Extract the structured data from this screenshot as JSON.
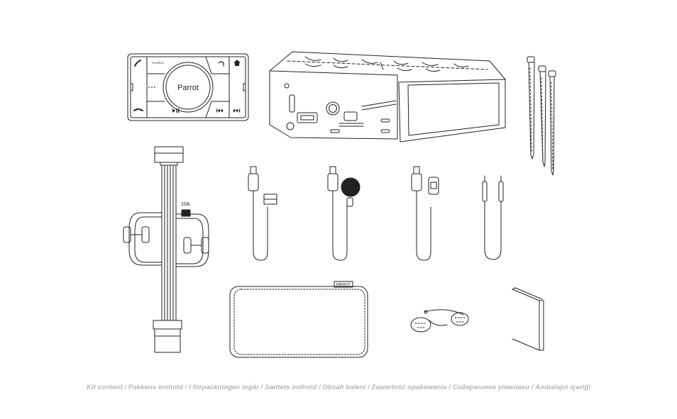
{
  "caption": "Kit content / Pakkens innhold / I förpackningen ingår / Sættets indhold / Obsah balení / Zawartość opakowania / Содержимое упаковки / Ambalajın içeriği",
  "remote": {
    "brand": "Parrot",
    "source_label": "SOURCE"
  },
  "harness": {
    "fuse_label": "10A"
  },
  "pouch": {
    "brand_tag": "PARROT"
  },
  "icons": [
    "phone-icon",
    "home-icon",
    "back-icon",
    "hang-up-icon",
    "play-pause-icon",
    "previous-track-icon",
    "next-track-icon",
    "more-icon"
  ]
}
